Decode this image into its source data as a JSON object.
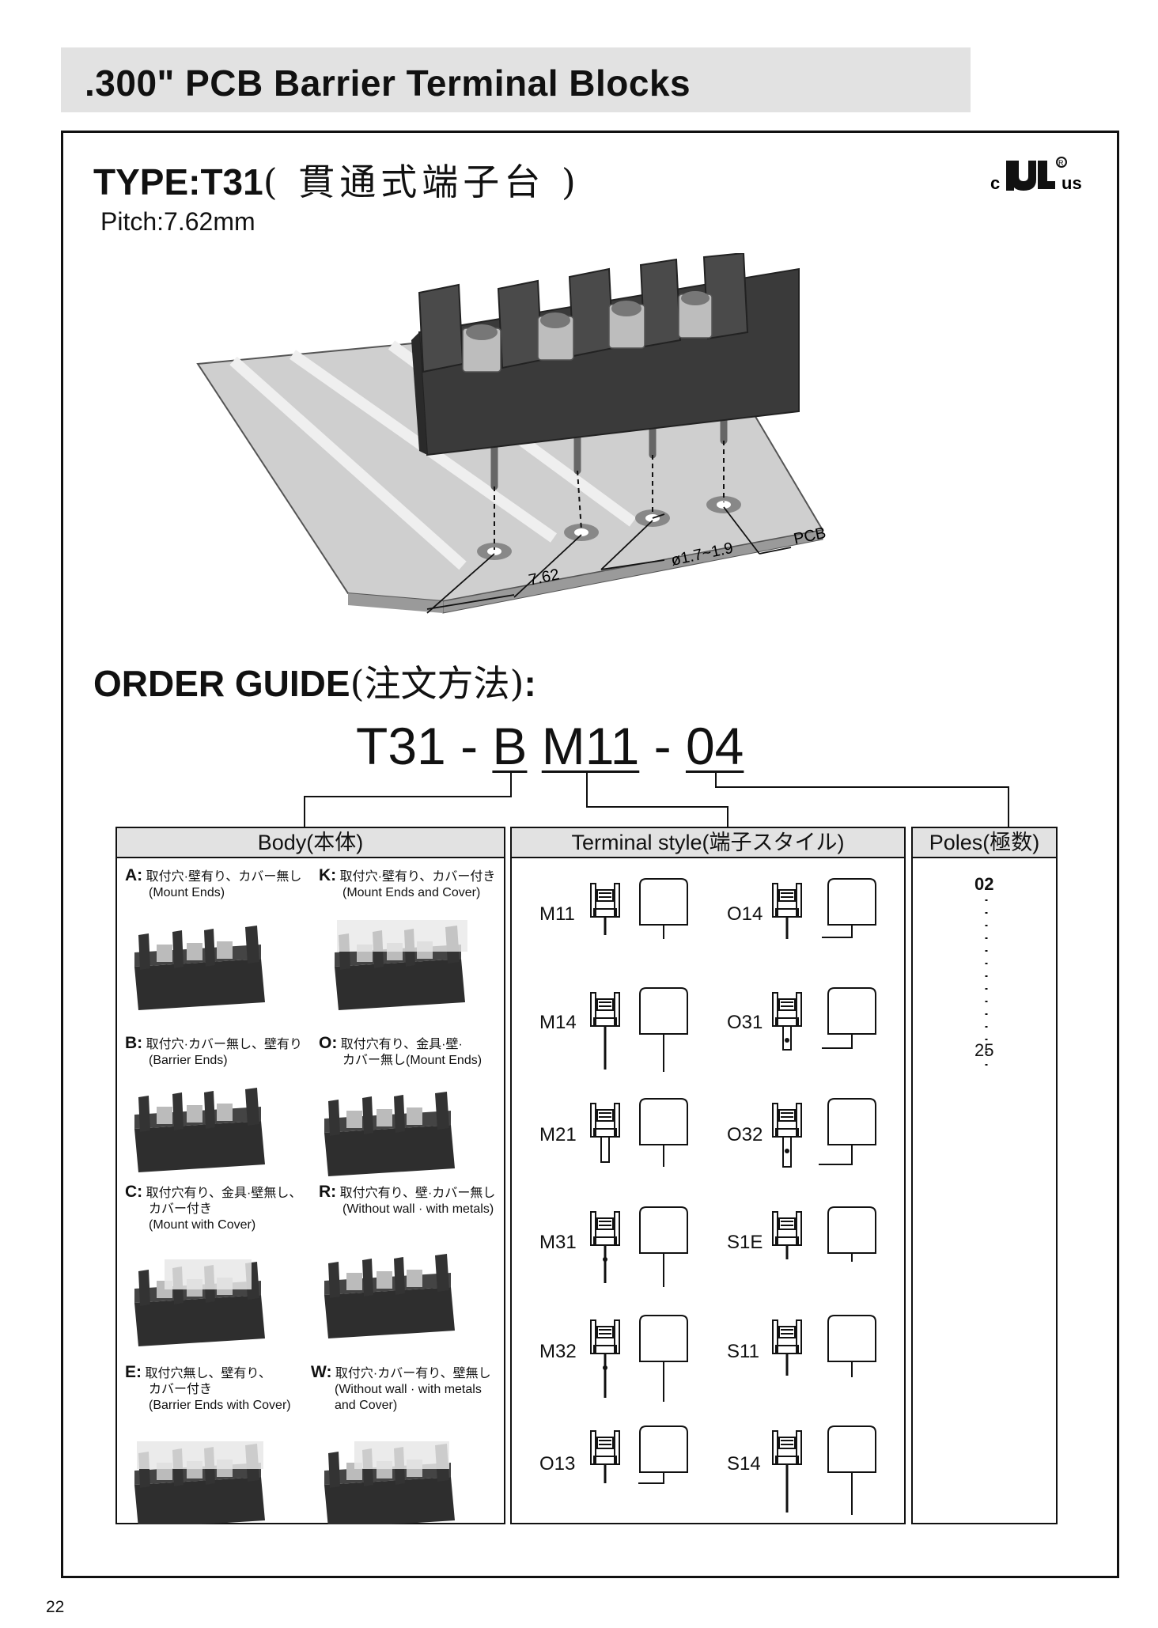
{
  "header": {
    "title": ".300\" PCB Barrier Terminal Blocks"
  },
  "type_section": {
    "type_label": "TYPE:T31",
    "type_cn": "( 貫通式端子台 )",
    "pitch": "Pitch:7.62mm",
    "cert_c": "c",
    "cert_us": "us",
    "dim_label": "7.62",
    "hole_label": "ø1.7~1.9",
    "pcb_label": "PCB"
  },
  "order_guide": {
    "title": "ORDER GUIDE",
    "title_cn": "(注文方法)",
    "colon": ":",
    "code": {
      "series": "T31",
      "dash1": "-",
      "body": "B",
      "terminal": "M11",
      "dash2": "-",
      "poles": "04"
    }
  },
  "body_box": {
    "header": "Body(本体)",
    "items": [
      {
        "code": "A:",
        "jp": "取付穴·壁有り、カバー無し",
        "en": "(Mount Ends)"
      },
      {
        "code": "K:",
        "jp": "取付穴·壁有り、カバー付き",
        "en": "(Mount Ends and Cover)"
      },
      {
        "code": "B:",
        "jp": "取付穴·カバー無し、壁有り",
        "en": "(Barrier Ends)"
      },
      {
        "code": "O:",
        "jp": "取付穴有り、金具·壁·",
        "jp2": "カバー無し(Mount Ends)",
        "en": ""
      },
      {
        "code": "C:",
        "jp": "取付穴有り、金具·壁無し、",
        "jp2": "カバー付き",
        "en": "(Mount with Cover)"
      },
      {
        "code": "R:",
        "jp": "取付穴有り、壁·カバー無し",
        "en": "(Without wall · with metals)"
      },
      {
        "code": "E:",
        "jp": "取付穴無し、壁有り、",
        "jp2": "カバー付き",
        "en": "(Barrier Ends with Cover)"
      },
      {
        "code": "W:",
        "jp": "取付穴·カバー有り、壁無し",
        "en": "(Without wall  ·  with metals",
        "en2": "and Cover)"
      }
    ]
  },
  "terminal_box": {
    "header": "Terminal style(端子スタイル)",
    "left": [
      "M11",
      "M14",
      "M21",
      "M31",
      "M32",
      "O13"
    ],
    "right": [
      "O14",
      "O31",
      "O32",
      "S1E",
      "S11",
      "S14"
    ]
  },
  "poles_box": {
    "header": "Poles(極数)",
    "min": "02",
    "max": "25"
  },
  "footer": {
    "page": "22"
  }
}
